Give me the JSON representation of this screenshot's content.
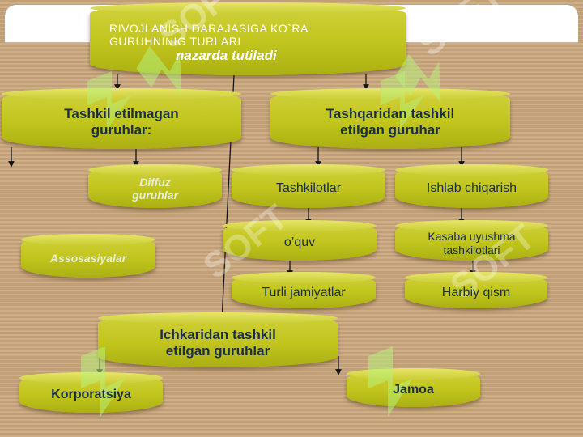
{
  "title": {
    "line1": "RIVOJLANISH DARAJASIGA KO`RA",
    "line2": "GURUHNINIG TURLARI",
    "line3": "nazarda tutiladi"
  },
  "nodes": {
    "unorganized": {
      "line1": "Tashkil etilmagan",
      "line2": "guruhlar:"
    },
    "external": {
      "line1": "Tashqaridan tashkil",
      "line2": "etilgan guruhar"
    },
    "diffuse": {
      "line1": "Diffuz",
      "line2": "guruhlar"
    },
    "associations": "Assosasiyalar",
    "organizations": "Tashkilotlar",
    "production": "Ishlab chiqarish",
    "study": "o’quv",
    "trade_union": {
      "line1": "Kasaba uyushma",
      "line2": "tashkilotlari"
    },
    "societies": "Turli jamiyatlar",
    "military": "Harbiy qism",
    "internal": {
      "line1": "Ichkaridan tashkil",
      "line2": "etilgan guruhlar"
    },
    "corporation": "Korporatsiya",
    "collective": "Jamoa"
  },
  "watermark": "SOFT",
  "colors": {
    "background": "#c9a57c",
    "box": "#c2c51d",
    "text": "#1a2e47",
    "watermark": "#b8f07a"
  }
}
